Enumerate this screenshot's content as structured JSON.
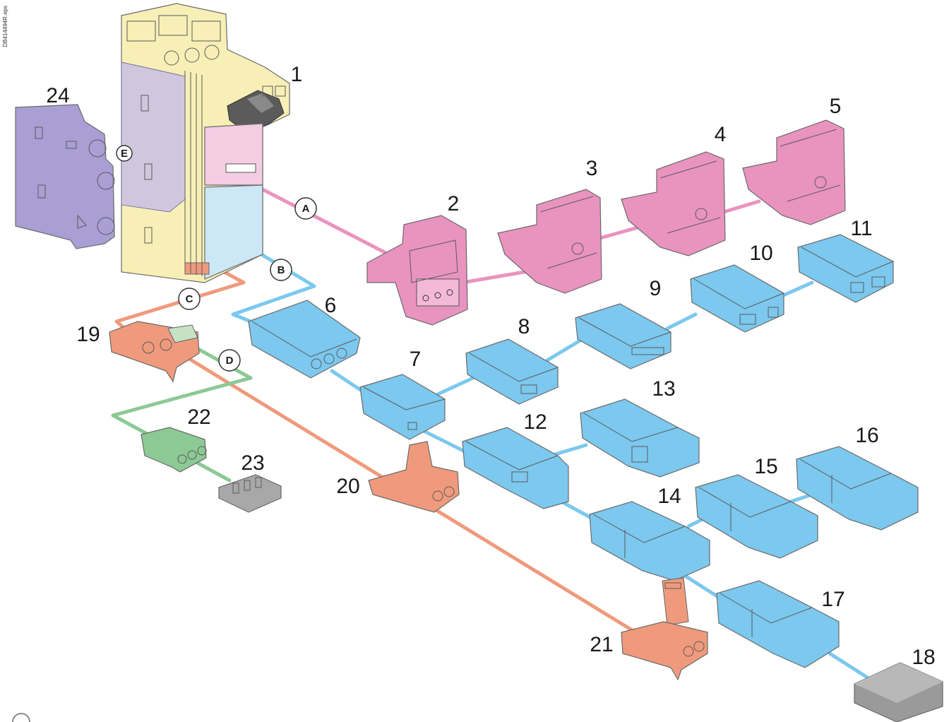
{
  "document_code": "DB414494R.eps",
  "colors": {
    "pink": "#e993bf",
    "blue": "#7cc8ee",
    "orange": "#ef9a7c",
    "green": "#8cc995",
    "purple": "#a99fd4",
    "yellow": "#f7efb6",
    "gray": "#9a9a9a"
  },
  "callouts": [
    "1",
    "2",
    "3",
    "4",
    "5",
    "6",
    "7",
    "8",
    "9",
    "10",
    "11",
    "12",
    "13",
    "14",
    "15",
    "16",
    "17",
    "18",
    "19",
    "20",
    "21",
    "22",
    "23",
    "24"
  ],
  "letters": [
    "A",
    "B",
    "C",
    "D",
    "E"
  ]
}
